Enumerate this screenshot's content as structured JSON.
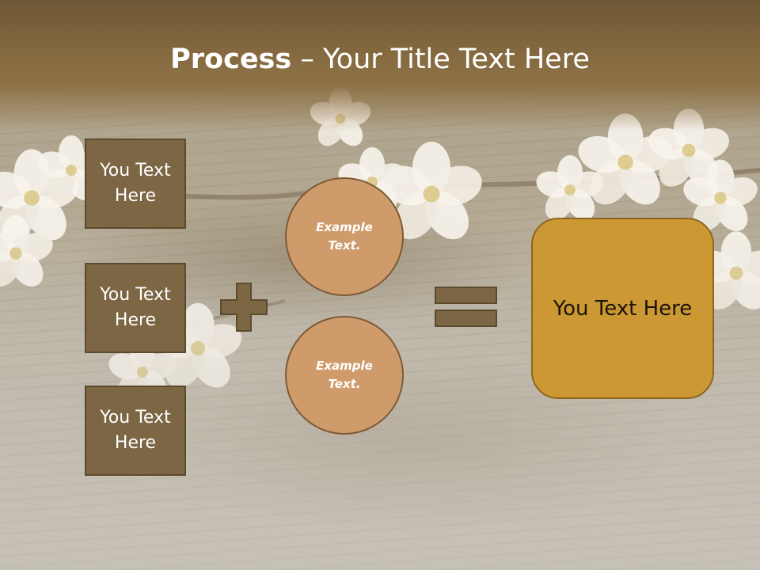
{
  "slide": {
    "title_bold": "Process",
    "title_rest": " – Your Title Text Here",
    "left_boxes": [
      "You Text Here",
      "You Text Here",
      "You Text Here"
    ],
    "circles": [
      "Example Text.",
      "Example Text."
    ],
    "result_box": "You Text Here",
    "operators": [
      "plus-icon",
      "equals-icon"
    ]
  },
  "colors": {
    "header": "#84693f",
    "box_fill": "#7d6644",
    "circle_fill": "#cf9b6b",
    "result_fill": "#cc9834",
    "operator": "#7d6644"
  }
}
